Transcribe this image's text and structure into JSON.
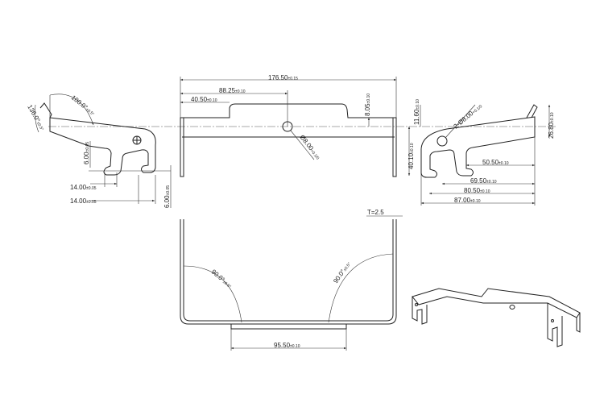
{
  "drawing": {
    "top_view": {
      "overall_width": "176.50",
      "overall_width_tol": "±0.15",
      "hole_center": "88.25",
      "hole_center_tol": "±0.10",
      "tab_offset": "40.50",
      "tab_offset_tol": "±0.10",
      "tab_height": "8.05",
      "tab_height_tol": "±0.10",
      "hole_diameter": "Ø8.00",
      "hole_diameter_tol": "+0.1/0"
    },
    "left_view": {
      "angle_top": "100.0°",
      "angle_top_tol": "±0.5°",
      "angle_tip": "136.0°",
      "angle_tip_tol": "±0.5°",
      "slot_depth": "6.00",
      "slot_depth_tol": "±0.05",
      "slot_width_1": "14.00",
      "slot_width_1_tol": "±0.05",
      "slot_width_2": "14.00",
      "slot_width_2_tol": "±0.05",
      "slot_depth_2": "6.00",
      "slot_depth_2_tol": "±0.05"
    },
    "right_view": {
      "offset_top": "11.60",
      "offset_top_tol": "±0.10",
      "holes": "2-Ø8.00",
      "holes_tol": "+0.1/0",
      "height": "26.80",
      "height_tol": "±0.10",
      "height_left": "40.10",
      "height_left_tol": "±0.10",
      "dim_a": "50.50",
      "dim_a_tol": "±0.10",
      "dim_b": "69.50",
      "dim_b_tol": "±0.10",
      "dim_c": "80.50",
      "dim_c_tol": "±0.10",
      "dim_d": "87.00",
      "dim_d_tol": "±0.10"
    },
    "front_view": {
      "thickness": "T=2.5",
      "angle_left": "90.0°",
      "angle_left_tol": "±0.5°",
      "angle_right": "90.0°",
      "angle_right_tol": "±0.5°",
      "bottom_width": "95.50",
      "bottom_width_tol": "±0.10"
    }
  }
}
